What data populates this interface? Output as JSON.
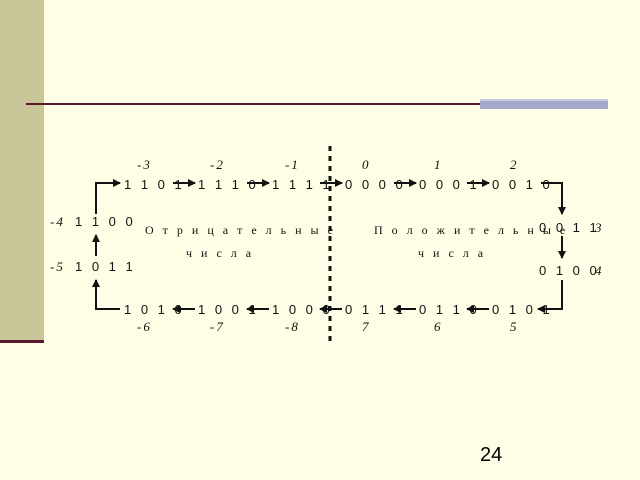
{
  "slide": {
    "page_number": "24"
  },
  "diagram": {
    "top_row": [
      {
        "code": "1 1 0 1",
        "value": "-3"
      },
      {
        "code": "1 1 1 0",
        "value": "-2"
      },
      {
        "code": "1 1 1 1",
        "value": "-1"
      },
      {
        "code": "0 0 0 0",
        "value": "0"
      },
      {
        "code": "0 0 0 1",
        "value": "1"
      },
      {
        "code": "0 0 1 0",
        "value": "2"
      }
    ],
    "right_col": [
      {
        "code": "0 0 1 1",
        "value": "3"
      },
      {
        "code": "0 1 0 0",
        "value": "4"
      }
    ],
    "bottom_row": [
      {
        "code": "1 0 1 0",
        "value": "-6"
      },
      {
        "code": "1 0 0 1",
        "value": "-7"
      },
      {
        "code": "1 0 0 0",
        "value": "-8"
      },
      {
        "code": "0 1 1 1",
        "value": "7"
      },
      {
        "code": "0 1 1 0",
        "value": "6"
      },
      {
        "code": "0 1 0 1",
        "value": "5"
      }
    ],
    "left_col": [
      {
        "code": "1 1 0 0",
        "value": "-4"
      },
      {
        "code": "1 0 1 1",
        "value": "-5"
      }
    ],
    "negative_label": [
      "О т р и ц а т е л ь н ы е",
      "ч и с л а"
    ],
    "positive_label": [
      "П о л о ж и т е л ь н ы е",
      "ч и с л а"
    ]
  },
  "colors": {
    "background": "#fefde6",
    "accent": "#5a1a2e",
    "sidebar": "#c9c69a",
    "rule_block": "#a3a9c8"
  }
}
